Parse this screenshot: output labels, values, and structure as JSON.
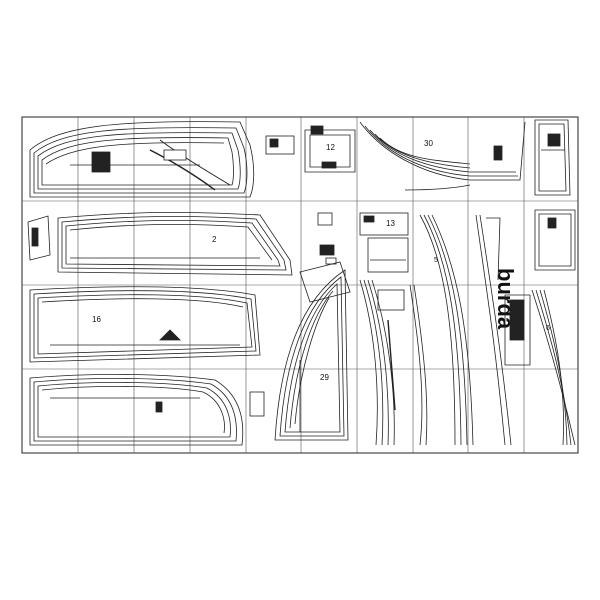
{
  "sheet": {
    "brand": "burda",
    "piece_numbers": [
      "12",
      "30",
      "13",
      "29",
      "16",
      "2",
      "5",
      "6"
    ],
    "grid_cols": 10,
    "grid_rows": 4
  }
}
